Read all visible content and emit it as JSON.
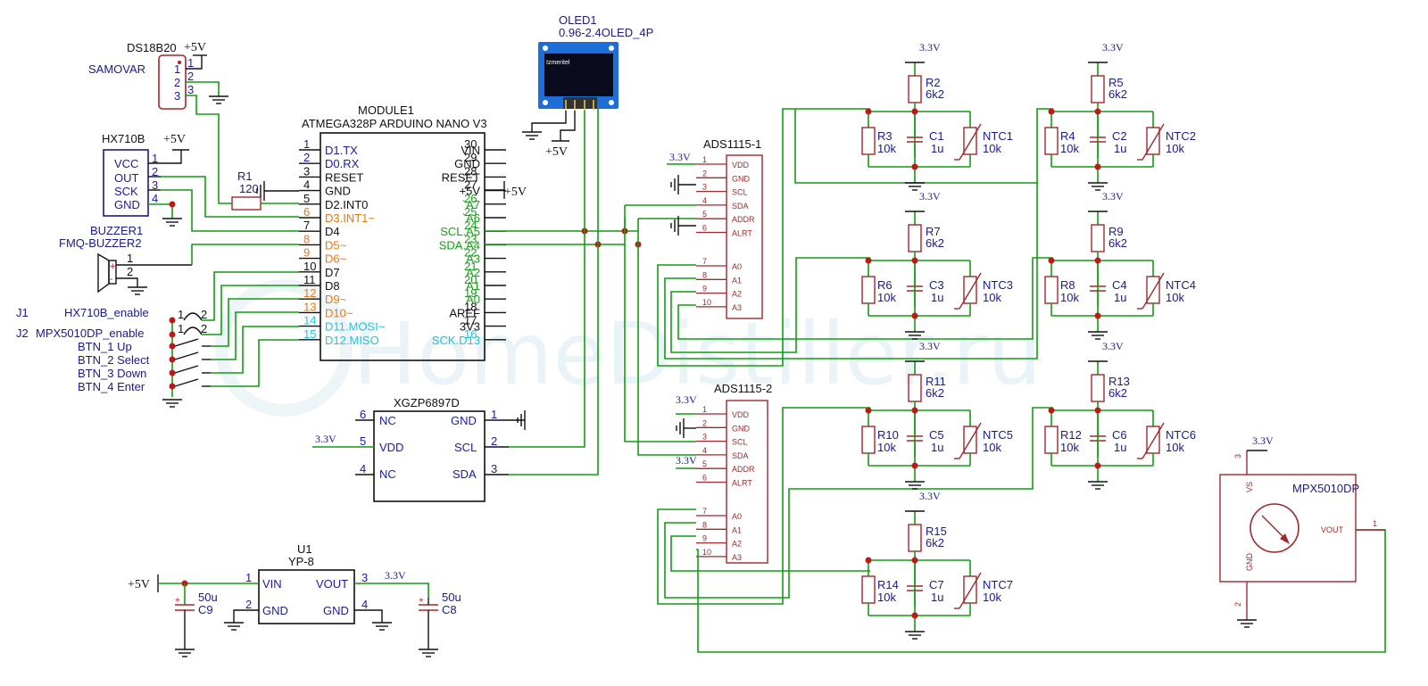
{
  "watermark": "HomeDistiller.ru",
  "power": {
    "v5": "+5V",
    "v33": "3.3V"
  },
  "ds18b20": {
    "name": "DS18B20",
    "label": "SAMOVAR",
    "pins": [
      "1",
      "1",
      "2",
      "2",
      "3",
      "3"
    ]
  },
  "hx710b": {
    "title": "HX710B",
    "pins": [
      {
        "name": "VCC",
        "num": "1"
      },
      {
        "name": "OUT",
        "num": "2"
      },
      {
        "name": "SCK",
        "num": "3"
      },
      {
        "name": "GND",
        "num": "4"
      }
    ]
  },
  "r1": {
    "name": "R1",
    "value": "120"
  },
  "buzzer": {
    "name": "BUZZER1",
    "part": "FMQ-BUZZER2",
    "pins": [
      "1",
      "2"
    ]
  },
  "jumpers": {
    "j1": "J1",
    "j1_label": "HX710B_enable",
    "j2": "J2",
    "j2_label": "MPX5010DP_enable",
    "j_pin1": "1",
    "j_pin2": "2"
  },
  "buttons": [
    "BTN_1  Up",
    "BTN_2 Select",
    "BTN_3  Down",
    "BTN_4  Enter"
  ],
  "module": {
    "ref": "MODULE1",
    "part": "ATMEGA328P ARDUINO NANO V3",
    "left": [
      {
        "num": "1",
        "name": "D1.TX"
      },
      {
        "num": "2",
        "name": "D0.RX"
      },
      {
        "num": "3",
        "name": "RESET"
      },
      {
        "num": "4",
        "name": "GND"
      },
      {
        "num": "5",
        "name": "D2.INT0"
      },
      {
        "num": "6",
        "name": "D3.INT1~"
      },
      {
        "num": "7",
        "name": "D4"
      },
      {
        "num": "8",
        "name": "D5~"
      },
      {
        "num": "9",
        "name": "D6~"
      },
      {
        "num": "10",
        "name": "D7"
      },
      {
        "num": "11",
        "name": "D8"
      },
      {
        "num": "12",
        "name": "D9~"
      },
      {
        "num": "13",
        "name": "D10~"
      },
      {
        "num": "14",
        "name": "D11.MOSI~"
      },
      {
        "num": "15",
        "name": "D12.MISO"
      }
    ],
    "right": [
      {
        "num": "30",
        "name": "VIN"
      },
      {
        "num": "29",
        "name": "GND"
      },
      {
        "num": "28",
        "name": "RESET"
      },
      {
        "num": "27",
        "name": "+5V"
      },
      {
        "num": "26",
        "name": "`A7"
      },
      {
        "num": "25",
        "name": "`A6"
      },
      {
        "num": "24",
        "name": "SCL.A5"
      },
      {
        "num": "23",
        "name": "SDA.A4"
      },
      {
        "num": "22",
        "name": "A3"
      },
      {
        "num": "21",
        "name": "A2"
      },
      {
        "num": "20",
        "name": "A1"
      },
      {
        "num": "19",
        "name": "A0"
      },
      {
        "num": "18",
        "name": "AREF"
      },
      {
        "num": "17",
        "name": "3V3"
      },
      {
        "num": "16",
        "name": "SCK.D13"
      }
    ]
  },
  "oled": {
    "ref": "OLED1",
    "part": "0.96-2.4OLED_4P",
    "screen_text": "Izmeritel"
  },
  "xgzp": {
    "name": "XGZP6897D",
    "left": [
      {
        "num": "6",
        "name": "NC"
      },
      {
        "num": "5",
        "name": "VDD"
      },
      {
        "num": "4",
        "name": "NC"
      }
    ],
    "right": [
      {
        "num": "1",
        "name": "GND"
      },
      {
        "num": "2",
        "name": "SCL"
      },
      {
        "num": "3",
        "name": "SDA"
      }
    ]
  },
  "u1": {
    "ref": "U1",
    "part": "YP-8",
    "left": [
      {
        "num": "1",
        "name": "VIN"
      },
      {
        "num": "2",
        "name": "GND"
      }
    ],
    "right": [
      {
        "num": "3",
        "name": "VOUT"
      },
      {
        "num": "4",
        "name": "GND"
      }
    ]
  },
  "c9": {
    "name": "C9",
    "value": "50u"
  },
  "c8": {
    "name": "C8",
    "value": "50u"
  },
  "ads1": {
    "name": "ADS1115-1",
    "pins": [
      {
        "num": "1",
        "name": "VDD"
      },
      {
        "num": "2",
        "name": "GND"
      },
      {
        "num": "3",
        "name": "SCL"
      },
      {
        "num": "4",
        "name": "SDA"
      },
      {
        "num": "5",
        "name": "ADDR"
      },
      {
        "num": "6",
        "name": "ALRT"
      },
      {
        "num": "7",
        "name": "A0"
      },
      {
        "num": "8",
        "name": "A1"
      },
      {
        "num": "9",
        "name": "A2"
      },
      {
        "num": "10",
        "name": "A3"
      }
    ]
  },
  "ads2": {
    "name": "ADS1115-2",
    "pins": [
      {
        "num": "1",
        "name": "VDD"
      },
      {
        "num": "2",
        "name": "GND"
      },
      {
        "num": "3",
        "name": "SCL"
      },
      {
        "num": "4",
        "name": "SDA"
      },
      {
        "num": "5",
        "name": "ADDR"
      },
      {
        "num": "6",
        "name": "ALRT"
      },
      {
        "num": "7",
        "name": "A0"
      },
      {
        "num": "8",
        "name": "A1"
      },
      {
        "num": "9",
        "name": "A2"
      },
      {
        "num": "10",
        "name": "A3"
      }
    ]
  },
  "ntc_groups": [
    {
      "rtop": "R2",
      "rtop_val": "6k2",
      "rbot": "R3",
      "rbot_val": "10k",
      "cap": "C1",
      "cap_val": "1u",
      "ntc": "NTC1",
      "ntc_val": "10k"
    },
    {
      "rtop": "R5",
      "rtop_val": "6k2",
      "rbot": "R4",
      "rbot_val": "10k",
      "cap": "C2",
      "cap_val": "1u",
      "ntc": "NTC2",
      "ntc_val": "10k"
    },
    {
      "rtop": "R7",
      "rtop_val": "6k2",
      "rbot": "R6",
      "rbot_val": "10k",
      "cap": "C3",
      "cap_val": "1u",
      "ntc": "NTC3",
      "ntc_val": "10k"
    },
    {
      "rtop": "R9",
      "rtop_val": "6k2",
      "rbot": "R8",
      "rbot_val": "10k",
      "cap": "C4",
      "cap_val": "1u",
      "ntc": "NTC4",
      "ntc_val": "10k"
    },
    {
      "rtop": "R11",
      "rtop_val": "6k2",
      "rbot": "R10",
      "rbot_val": "10k",
      "cap": "C5",
      "cap_val": "1u",
      "ntc": "NTC5",
      "ntc_val": "10k"
    },
    {
      "rtop": "R13",
      "rtop_val": "6k2",
      "rbot": "R12",
      "rbot_val": "10k",
      "cap": "C6",
      "cap_val": "1u",
      "ntc": "NTC6",
      "ntc_val": "10k"
    },
    {
      "rtop": "R15",
      "rtop_val": "6k2",
      "rbot": "R14",
      "rbot_val": "10k",
      "cap": "C7",
      "cap_val": "1u",
      "ntc": "NTC7",
      "ntc_val": "10k"
    }
  ],
  "mpx": {
    "name": "MPX5010DP",
    "vs": "VS",
    "gnd": "GND",
    "vout": "VOUT",
    "pin1": "1",
    "pin2": "2",
    "pin3": "3"
  }
}
